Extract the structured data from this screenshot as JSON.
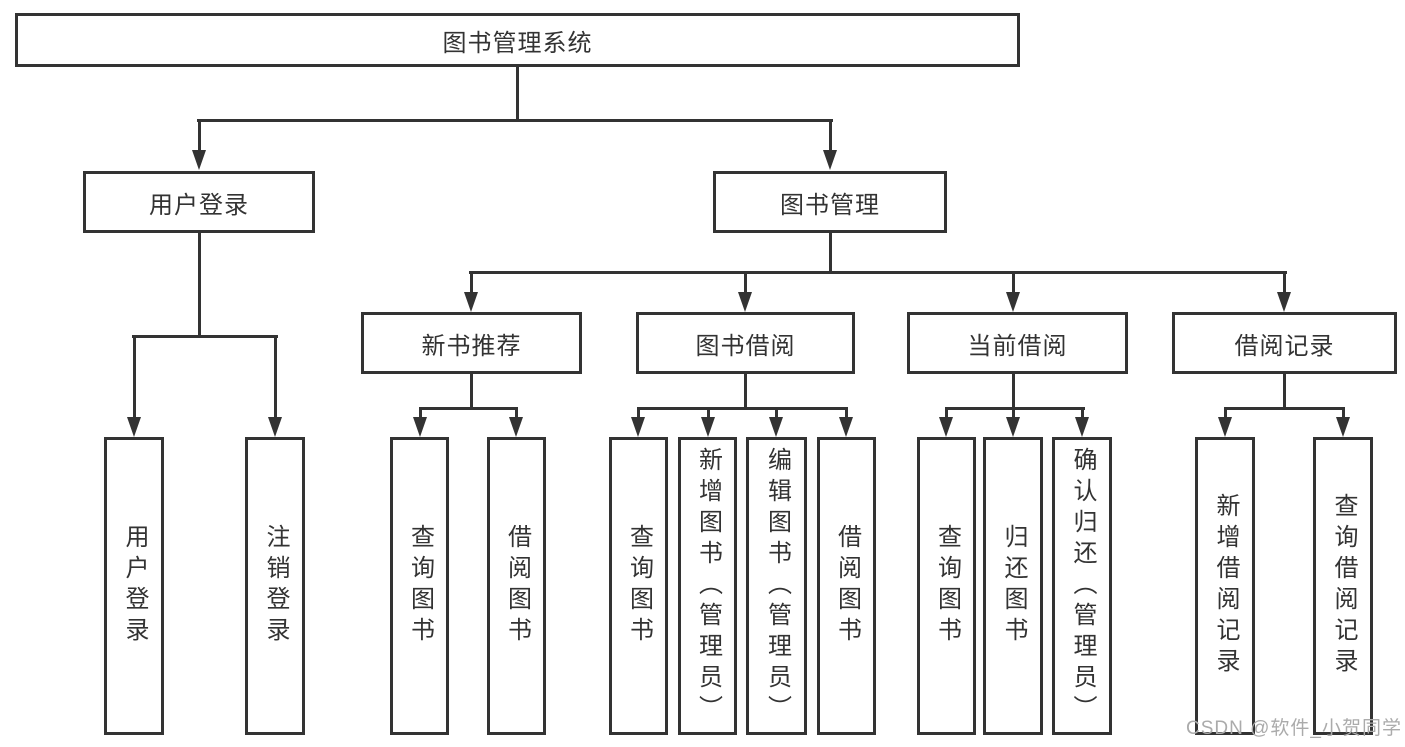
{
  "tree": {
    "root": {
      "label": "图书管理系统"
    },
    "branches": [
      {
        "label": "用户登录",
        "children": [
          {
            "label": "用户登录"
          },
          {
            "label": "注销登录"
          }
        ]
      },
      {
        "label": "图书管理",
        "children": [
          {
            "label": "新书推荐",
            "children": [
              {
                "label": "查询图书"
              },
              {
                "label": "借阅图书"
              }
            ]
          },
          {
            "label": "图书借阅",
            "children": [
              {
                "label": "查询图书"
              },
              {
                "label": "新增图书（管理员）"
              },
              {
                "label": "编辑图书（管理员）"
              },
              {
                "label": "借阅图书"
              }
            ]
          },
          {
            "label": "当前借阅",
            "children": [
              {
                "label": "查询图书"
              },
              {
                "label": "归还图书"
              },
              {
                "label": "确认归还（管理员）"
              }
            ]
          },
          {
            "label": "借阅记录",
            "children": [
              {
                "label": "新增借阅记录"
              },
              {
                "label": "查询借阅记录"
              }
            ]
          }
        ]
      }
    ]
  },
  "watermark": {
    "text": "CSDN @软件_小贺同学"
  },
  "colors": {
    "line": "#333333",
    "text": "#333333",
    "watermark": "#ababab",
    "background": "#ffffff"
  }
}
